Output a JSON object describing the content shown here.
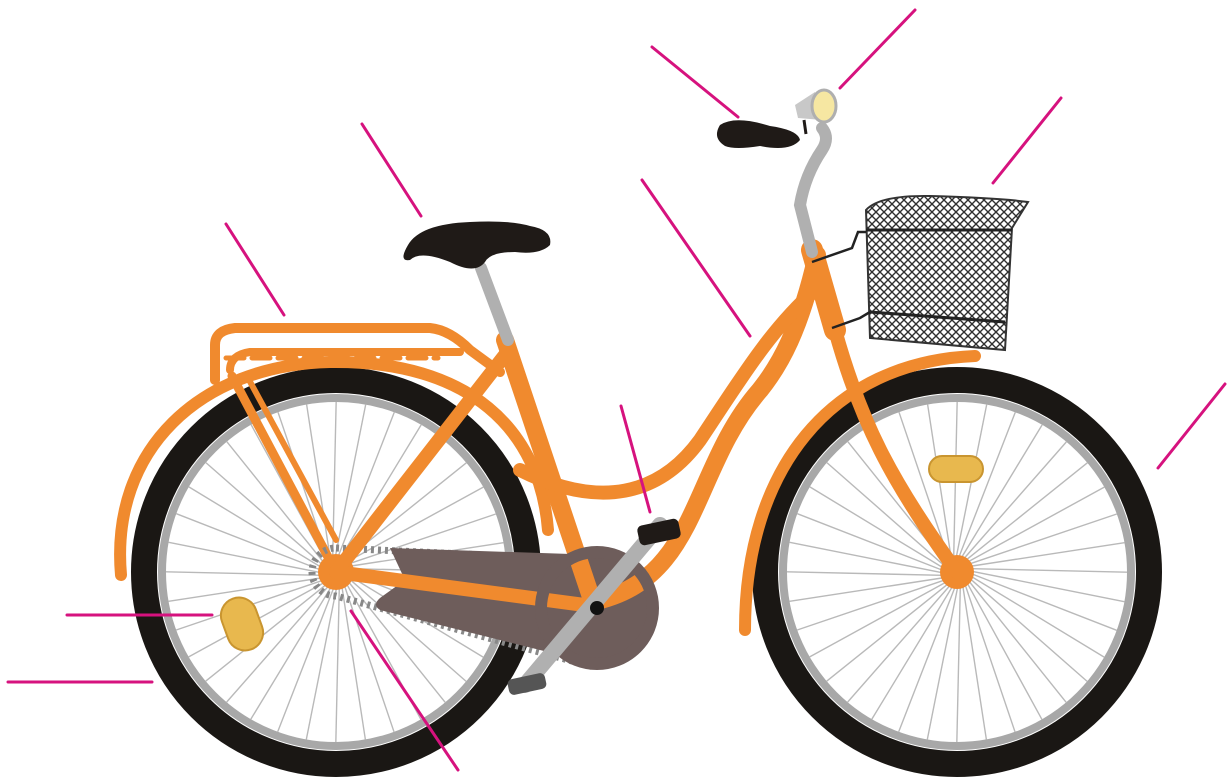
{
  "diagram": {
    "subject": "bicycle",
    "colors": {
      "frame": "#F08A2E",
      "tire": "#1A1714",
      "rim": "#A8A8A8",
      "spoke": "#B9B9B9",
      "chain_guard": "#6E5D5B",
      "saddle": "#1F1A17",
      "grip": "#1F1A17",
      "stem": "#B0B0B0",
      "reflector": "#E8B84E",
      "basket": "#333333",
      "leader_line": "#D6127E"
    },
    "parts": [
      {
        "id": "lamp",
        "icon": "lamp-icon"
      },
      {
        "id": "handlebar-grip"
      },
      {
        "id": "saddle"
      },
      {
        "id": "basket"
      },
      {
        "id": "luggage-rack"
      },
      {
        "id": "frame"
      },
      {
        "id": "front-tyre"
      },
      {
        "id": "pedal"
      },
      {
        "id": "rear-reflector"
      },
      {
        "id": "rear-tyre"
      },
      {
        "id": "chain"
      }
    ],
    "label_lines": 11
  }
}
